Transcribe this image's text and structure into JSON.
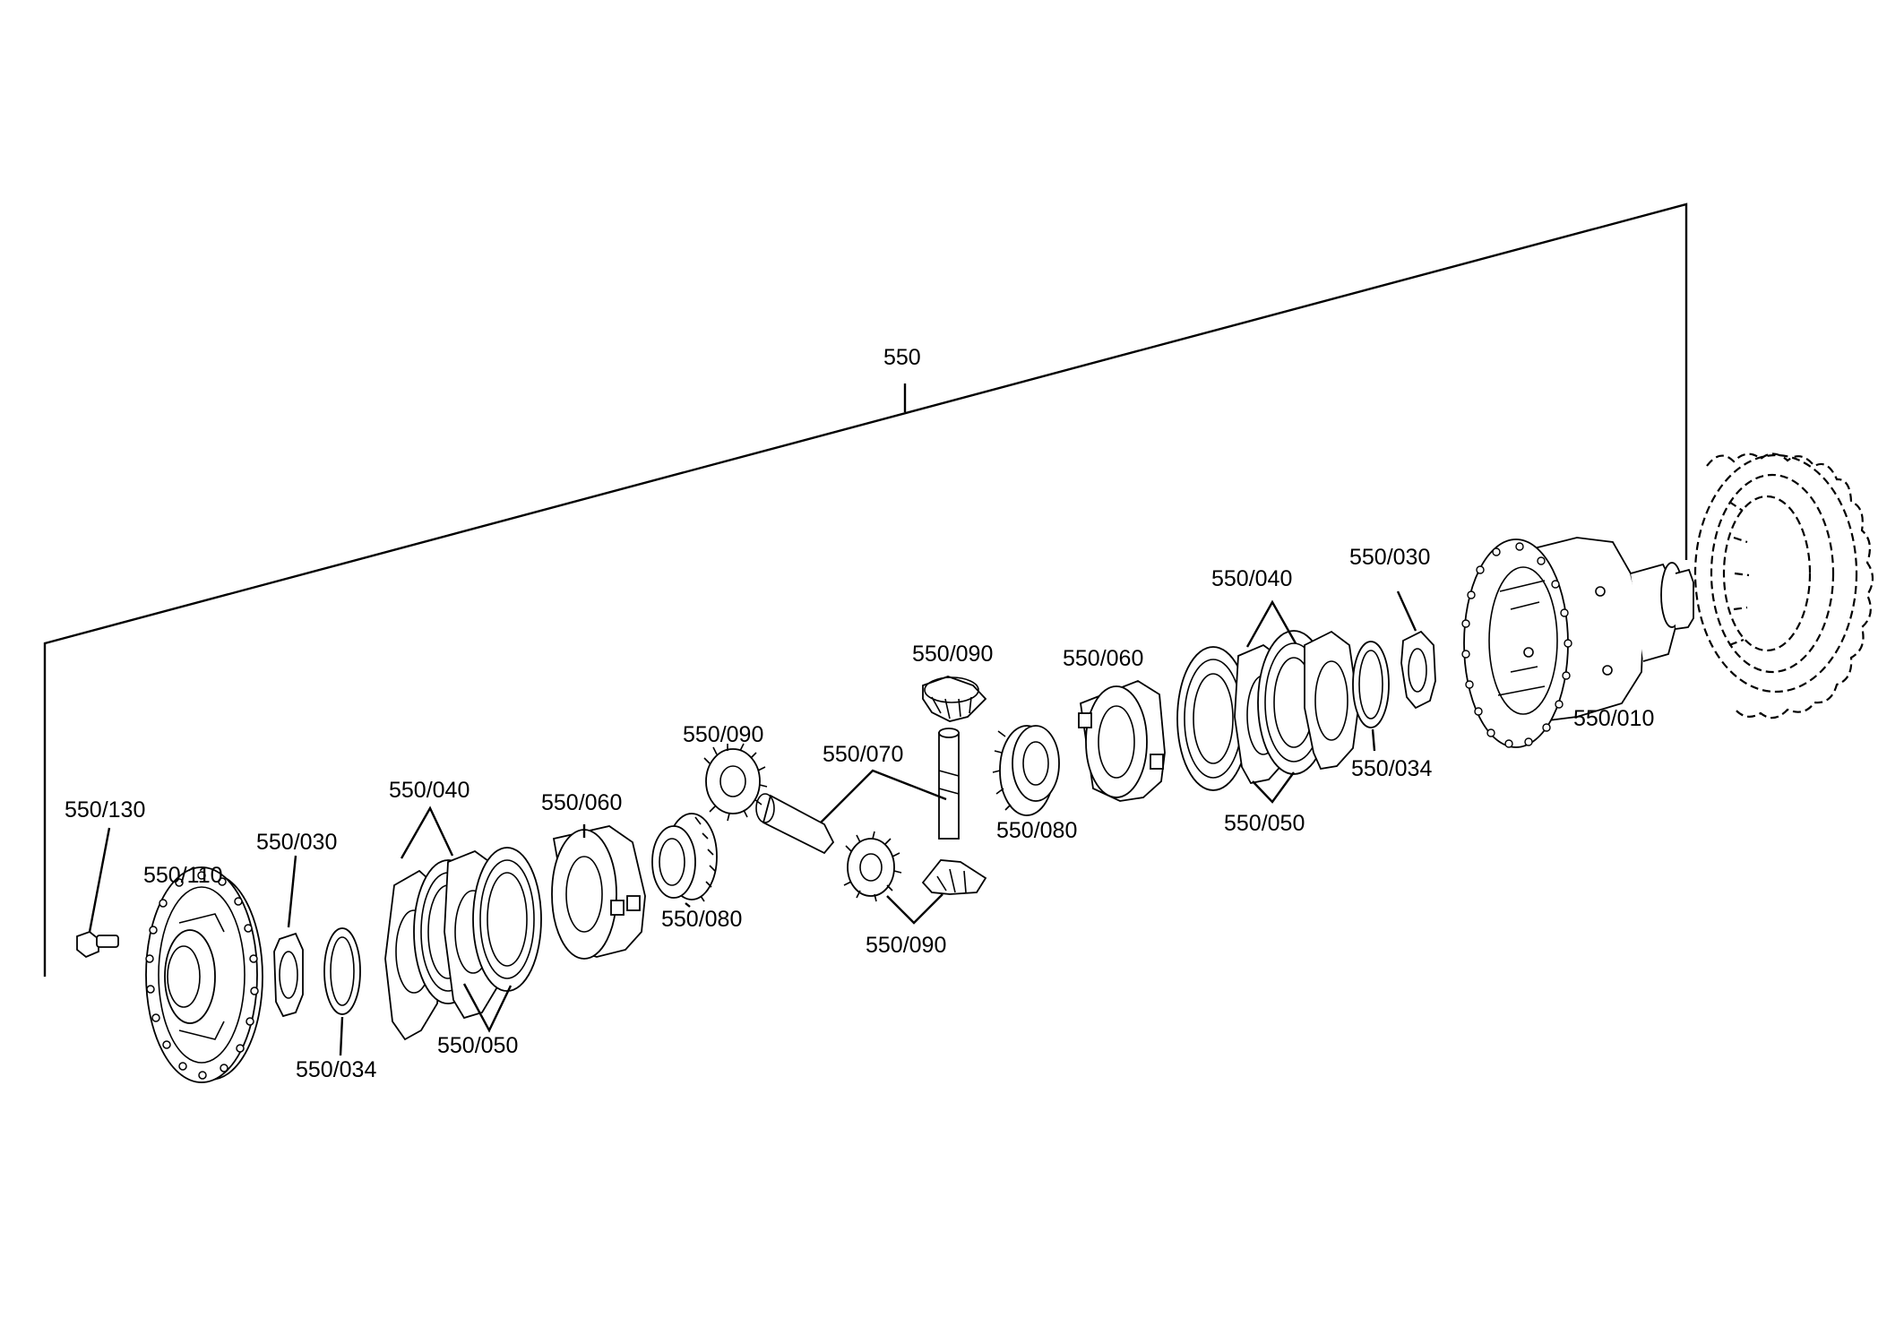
{
  "diagram": {
    "assembly_label": "550",
    "labels": {
      "p550_130": "550/130",
      "p550_110": "550/110",
      "p550_030_left": "550/030",
      "p550_034_left": "550/034",
      "p550_040_left": "550/040",
      "p550_050_left": "550/050",
      "p550_060_left": "550/060",
      "p550_080_left": "550/080",
      "p550_090_upper_left": "550/090",
      "p550_070": "550/070",
      "p550_090_top": "550/090",
      "p550_090_bottom": "550/090",
      "p550_080_right": "550/080",
      "p550_060_right": "550/060",
      "p550_040_right": "550/040",
      "p550_050_right": "550/050",
      "p550_034_right": "550/034",
      "p550_030_right": "550/030",
      "p550_010": "550/010"
    }
  }
}
